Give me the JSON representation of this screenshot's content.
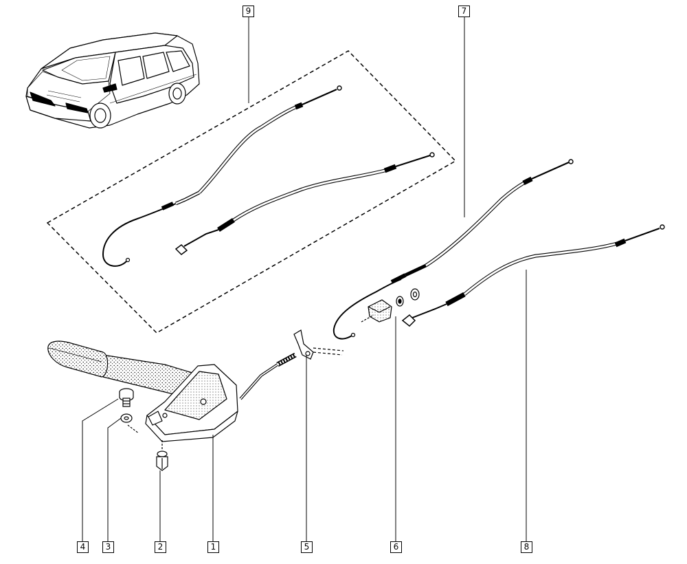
{
  "diagram": {
    "callouts": [
      {
        "id": "c9",
        "label": "9"
      },
      {
        "id": "c7",
        "label": "7"
      },
      {
        "id": "c4",
        "label": "4"
      },
      {
        "id": "c3",
        "label": "3"
      },
      {
        "id": "c2",
        "label": "2"
      },
      {
        "id": "c1",
        "label": "1"
      },
      {
        "id": "c5",
        "label": "5"
      },
      {
        "id": "c6",
        "label": "6"
      },
      {
        "id": "c8",
        "label": "8"
      }
    ]
  }
}
